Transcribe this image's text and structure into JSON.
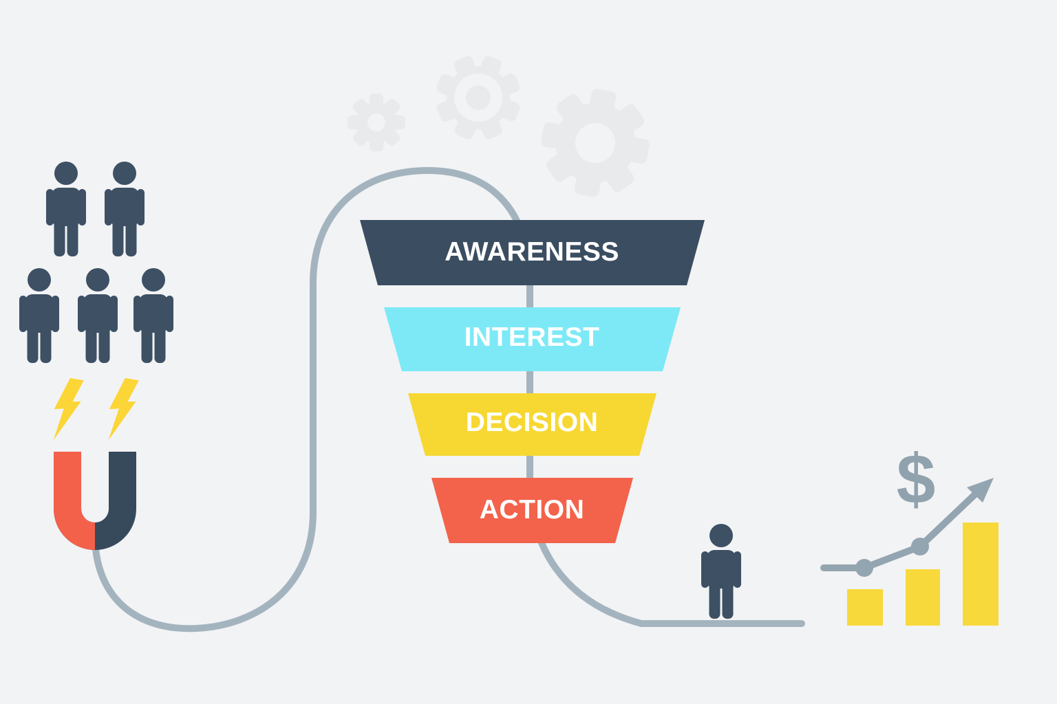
{
  "background_color": "#f2f3f5",
  "funnel": {
    "stages": [
      {
        "label": "AWARENESS",
        "color": "#3b4d60"
      },
      {
        "label": "INTEREST",
        "color": "#7de9f6"
      },
      {
        "label": "DECISION",
        "color": "#f7d833"
      },
      {
        "label": "ACTION",
        "color": "#f3624b"
      }
    ],
    "label_text_color": "#ffffff"
  },
  "audience": {
    "people_count": 5,
    "person_color": "#3d5064"
  },
  "magnet": {
    "left_color": "#f3614a",
    "right_color": "#374a5c",
    "bolt_color": "#fbd636",
    "bolts_count": 2
  },
  "journey_path": {
    "color": "#a4b4bf"
  },
  "gears": {
    "count": 3,
    "color": "#e8eaec"
  },
  "result": {
    "dollar_symbol": "$",
    "person_color": "#3d5064",
    "accent_color": "#93a5b0",
    "bar_color": "#f8d93c",
    "bars_count": 3,
    "bar_trend": "ascending"
  }
}
